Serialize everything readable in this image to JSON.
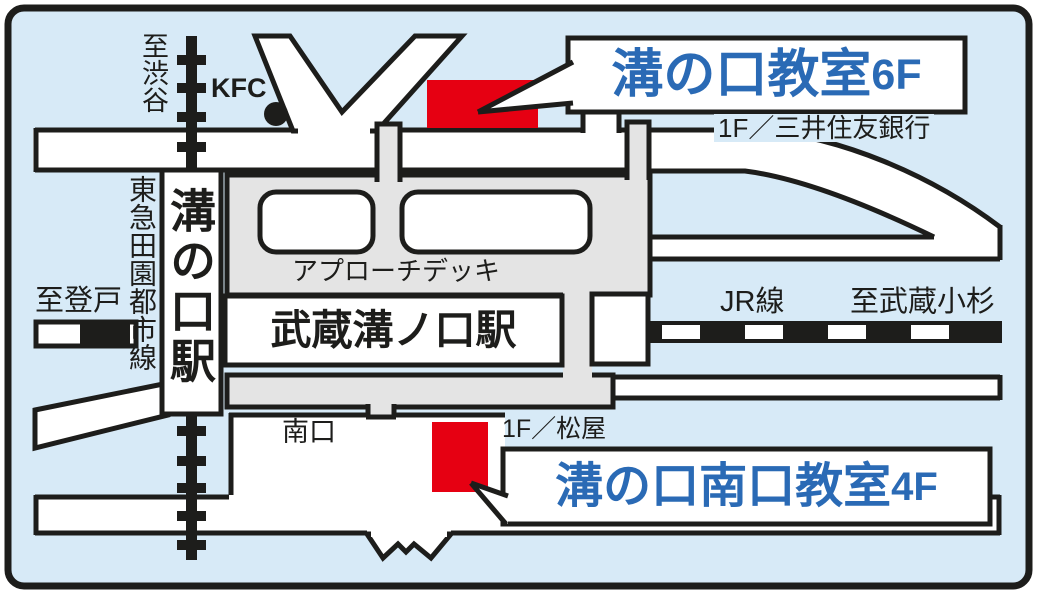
{
  "colors": {
    "background": "#d7eaf7",
    "outline": "#1d1d1b",
    "road": "#ffffff",
    "deck": "#e4e4e4",
    "building_red": "#e60012",
    "classroom_blue": "#2a6ab5"
  },
  "callouts": {
    "north": {
      "name": "溝の口教室",
      "floor": "6F"
    },
    "south": {
      "name": "溝の口南口教室",
      "floor": "4F"
    }
  },
  "stations": {
    "tokyu": {
      "name": "溝の口駅",
      "line": "東急田園都市線",
      "toward_top": "至渋谷"
    },
    "jr": {
      "name": "武蔵溝ノ口駅",
      "line": "JR線",
      "toward_left": "至登戸",
      "toward_right": "至武蔵小杉"
    }
  },
  "labels": {
    "kfc": "KFC",
    "approach_deck": "アプローチデッキ",
    "south_exit": "南口",
    "bank_floor": "1F／三井住友銀行",
    "matsuya_floor": "1F／松屋"
  }
}
